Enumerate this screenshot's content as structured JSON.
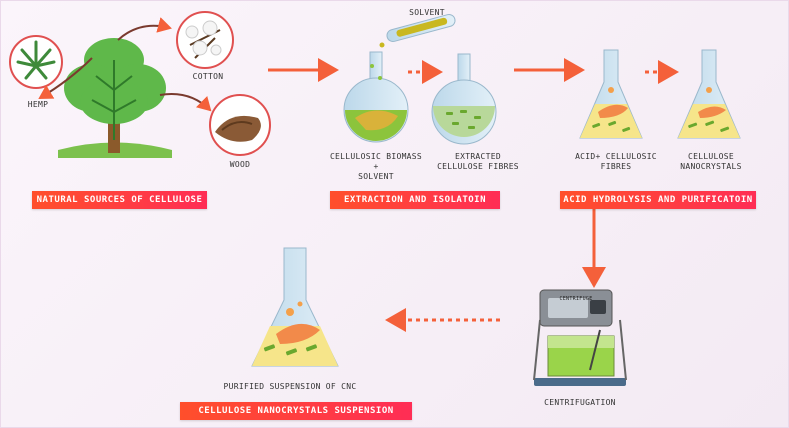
{
  "labels": {
    "hemp": "HEMP",
    "cotton": "COTTON",
    "wood": "WOOD",
    "solvent_top": "SOLVENT",
    "flask1": "CELLULOSIC BIOMASS\n+\nSOLVENT",
    "flask2": "EXTRACTED\nCELLULOSE FIBRES",
    "flask3": "ACID+ CELLULOSIC\nFIBRES",
    "flask4": "CELLULOSE\nNANOCRYSTALS",
    "centrifuge": "CENTRIFUGATION",
    "centrifuge_device": "CENTRIFUGE",
    "final_flask": "PURIFIED SUSPENSION OF CNC"
  },
  "banners": {
    "natural": "NATURAL SOURCES OF CELLULOSE",
    "extraction": "EXTRACTION AND ISOLATOIN",
    "acid": "ACID HYDROLYSIS AND PURIFICATOIN",
    "suspension": "CELLULOSE NANOCRYSTALS SUSPENSION"
  },
  "colors": {
    "arrow": "#f4603a",
    "banner_start": "#ff4f2b",
    "banner_end": "#ff2d55",
    "tree": "#5fb84a",
    "glass": "#cfe3ef",
    "green_liquid": "#8cc43c",
    "yellow_liquid": "#f6e58a"
  }
}
